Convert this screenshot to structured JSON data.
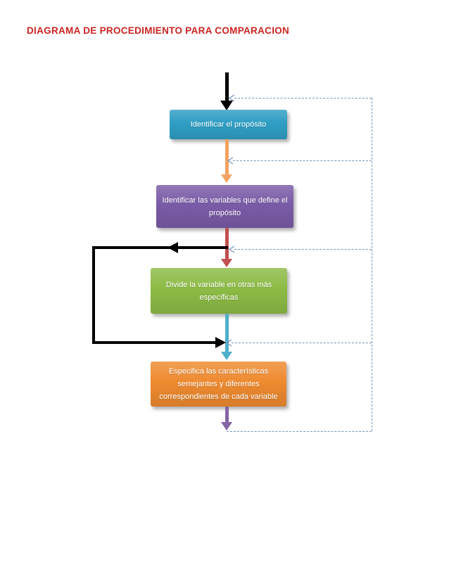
{
  "page": {
    "title": "DIAGRAMA DE PROCEDIMIENTO PARA COMPARACION",
    "title_color": "#CB2420",
    "background_color": "#FFFFFF"
  },
  "flowchart": {
    "steps": [
      {
        "label": "Identificar el propósito",
        "color": "#2F9EC4"
      },
      {
        "label": "Identificar las variables que define el\npropósito",
        "color": "#7A5BA7"
      },
      {
        "label": "Divide la variable en otras más\nespecíficas",
        "color": "#8CBB45"
      },
      {
        "label": "Especifica las características\nsemejantes y diferentes\ncorrespondientes de cada variable",
        "color": "#EE8A2F"
      }
    ],
    "connectors": {
      "entry": {
        "color": "#000000"
      },
      "step1_step2": {
        "color": "#F2A361"
      },
      "step2_step3": {
        "color": "#C0504D"
      },
      "step3_step4": {
        "color": "#4FAFC9"
      },
      "exit": {
        "color": "#8565A6"
      }
    },
    "loop": {
      "color": "#000000"
    },
    "feedback": {
      "color": "#7A95BD",
      "line_style": "dashed"
    }
  }
}
